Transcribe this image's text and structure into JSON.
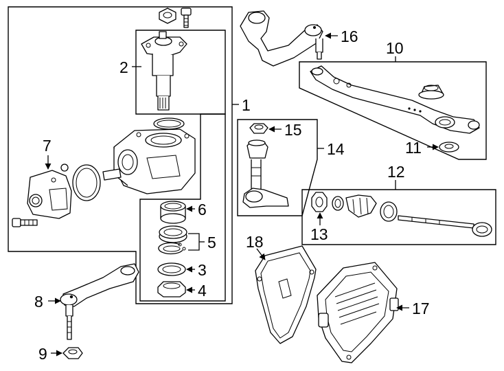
{
  "callouts": {
    "c1": "1",
    "c2": "2",
    "c3": "3",
    "c4": "4",
    "c5": "5",
    "c6": "6",
    "c7": "7",
    "c8": "8",
    "c9": "9",
    "c10": "10",
    "c11": "11",
    "c12": "12",
    "c13": "13",
    "c14": "14",
    "c15": "15",
    "c16": "16",
    "c17": "17",
    "c18": "18"
  },
  "icons": {
    "gear_housing": "steering-gear-housing",
    "pitman_arm": "pitman-arm",
    "idler_arm": "idler-arm",
    "center_link": "center-link",
    "module": "control-module"
  }
}
